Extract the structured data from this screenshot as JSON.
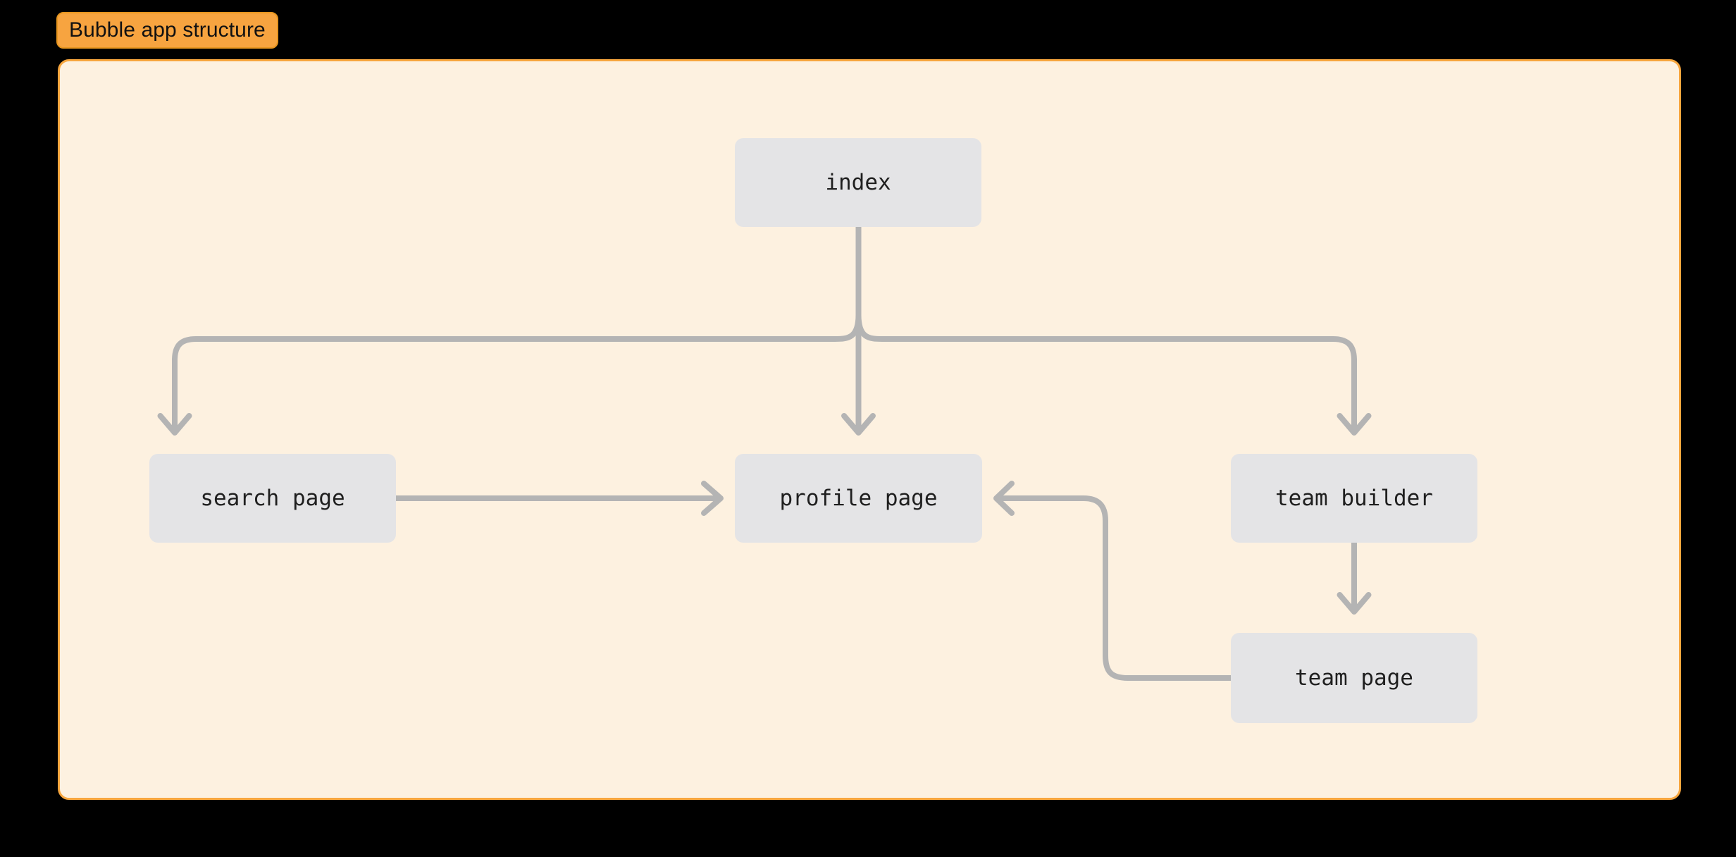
{
  "title_badge": {
    "label": "Bubble app structure"
  },
  "colors": {
    "page_background": "#000000",
    "frame_background": "#fdf1e0",
    "frame_border": "#f7a63e",
    "badge_background": "#f7a440",
    "badge_border": "#e8961f",
    "badge_text": "#111111",
    "node_fill": "#e4e4e6",
    "node_text": "#1f1f1f",
    "edge_stroke": "#b4b4b4"
  },
  "diagram": {
    "type": "flowchart",
    "direction": "top-down",
    "nodes": [
      {
        "id": "index",
        "label": "index"
      },
      {
        "id": "search_page",
        "label": "search page"
      },
      {
        "id": "profile_page",
        "label": "profile page"
      },
      {
        "id": "team_builder",
        "label": "team builder"
      },
      {
        "id": "team_page",
        "label": "team page"
      }
    ],
    "edges": [
      {
        "from": "index",
        "to": "search_page",
        "arrow": "down",
        "label": ""
      },
      {
        "from": "index",
        "to": "profile_page",
        "arrow": "down",
        "label": ""
      },
      {
        "from": "index",
        "to": "team_builder",
        "arrow": "down",
        "label": ""
      },
      {
        "from": "search_page",
        "to": "profile_page",
        "arrow": "right",
        "label": ""
      },
      {
        "from": "team_builder",
        "to": "team_page",
        "arrow": "down",
        "label": ""
      },
      {
        "from": "team_page",
        "to": "profile_page",
        "arrow": "left",
        "label": ""
      }
    ]
  }
}
